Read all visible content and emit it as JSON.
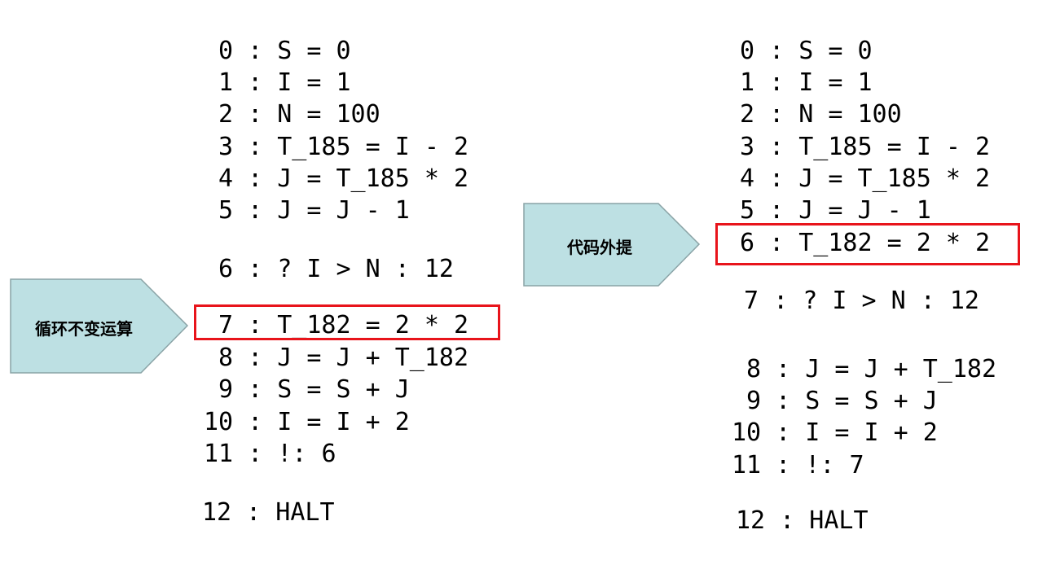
{
  "left_panel": {
    "lines": [
      "0 : S = 0",
      "1 : I = 1",
      "2 : N = 100",
      "3 : T_185 = I - 2",
      "4 : J = T_185 * 2",
      "5 : J = J - 1",
      "6 : ? I > N : 12",
      "7 : T_182 = 2 * 2",
      "8 : J = J + T_182",
      "9 : S = S + J",
      "10 : I = I + 2",
      "11 : !: 6",
      "12 : HALT"
    ],
    "arrow_label": "循环不变运算"
  },
  "right_panel": {
    "lines": [
      "0 : S = 0",
      "1 : I = 1",
      "2 : N = 100",
      "3 : T_185 = I - 2",
      "4 : J = T_185 * 2",
      "5 : J = J - 1",
      "6 : T_182 = 2 * 2",
      "7 : ? I > N : 12",
      "8 : J = J + T_182",
      "9 : S = S + J",
      "10 : I = I + 2",
      "11 : !: 7",
      "12 : HALT"
    ],
    "arrow_label": "代码外提"
  },
  "colors": {
    "arrow_fill": "#bde0e3",
    "arrow_stroke": "#8aa3a6",
    "highlight": "#e8141b"
  }
}
